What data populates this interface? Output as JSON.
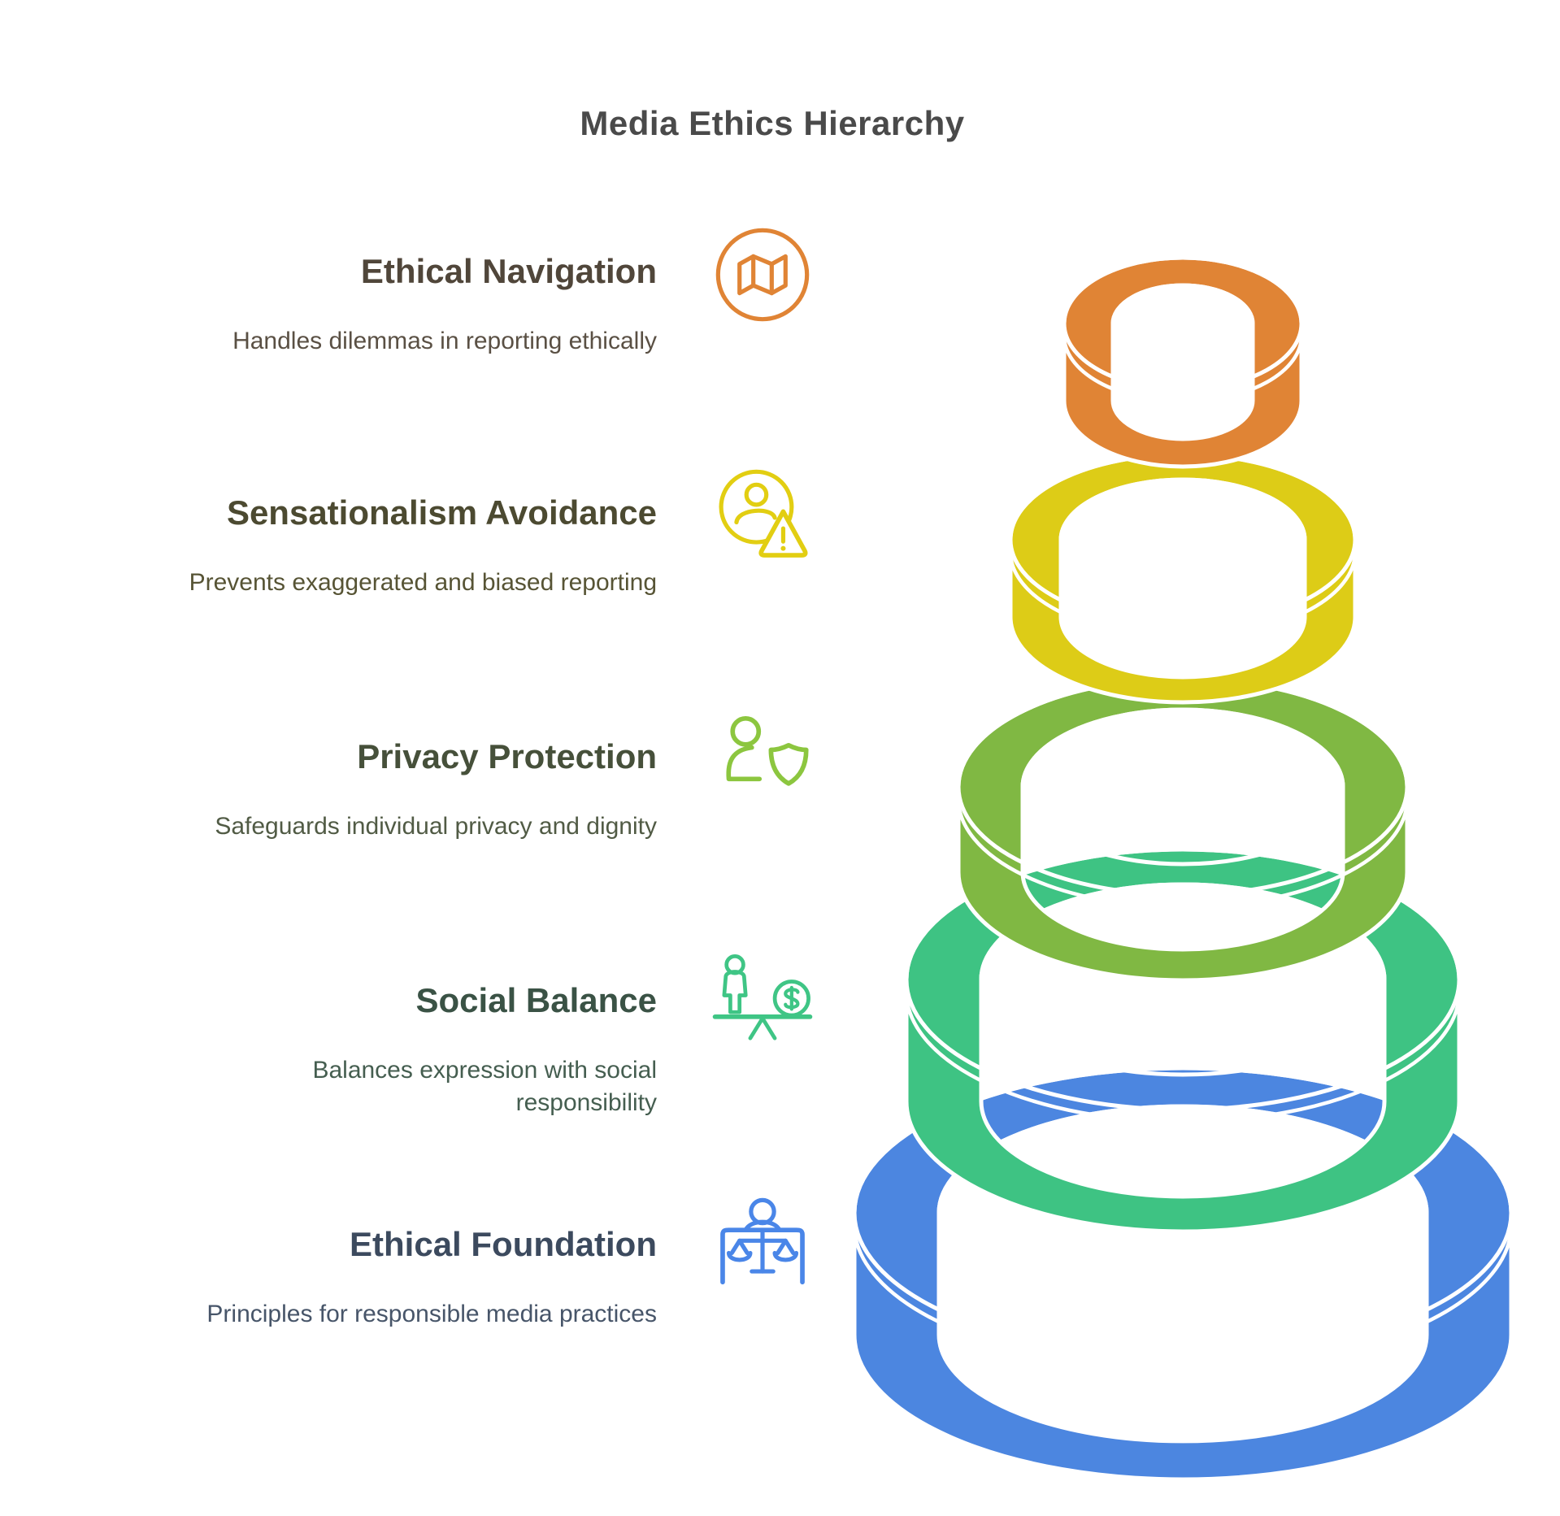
{
  "title": {
    "text": "Media Ethics Hierarchy",
    "color": "#4A4A4A"
  },
  "levels": [
    {
      "name": "Ethical Navigation",
      "description": "Handles dilemmas in reporting ethically",
      "heading_color": "#50463A",
      "description_color": "#5A5044",
      "icon": "map-icon",
      "icon_color": "#E08435",
      "ring_color": "#E08435"
    },
    {
      "name": "Sensationalism Avoidance",
      "description": "Prevents exaggerated and biased reporting",
      "heading_color": "#4C4A31",
      "description_color": "#575435",
      "icon": "person-warning-icon",
      "icon_color": "#E2CE12",
      "ring_color": "#DDCC17"
    },
    {
      "name": "Privacy Protection",
      "description": "Safeguards individual privacy and dignity",
      "heading_color": "#46503A",
      "description_color": "#515B45",
      "icon": "person-shield-icon",
      "icon_color": "#8CC63F",
      "ring_color": "#80B843"
    },
    {
      "name": "Social Balance",
      "description": "Balances expression with social responsibility",
      "heading_color": "#3A5245",
      "description_color": "#455E50",
      "icon": "person-money-balance-icon",
      "icon_color": "#3FC585",
      "ring_color": "#3EC383"
    },
    {
      "name": "Ethical Foundation",
      "description": "Principles for responsible media practices",
      "heading_color": "#3C4A5E",
      "description_color": "#475569",
      "icon": "person-justice-scales-icon",
      "icon_color": "#4A86E8",
      "ring_color": "#4C86E0"
    }
  ]
}
